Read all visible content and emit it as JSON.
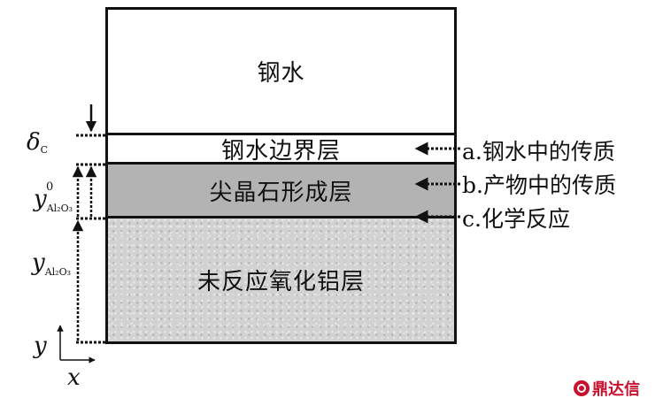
{
  "layers": {
    "steel": "钢水",
    "boundary": "钢水边界层",
    "spinel": "尖晶石形成层",
    "alumina": "未反应氧化铝层"
  },
  "left_labels": {
    "delta": "δ",
    "delta_sub": "C",
    "y0": "y",
    "y0_sup": "0",
    "y0_sub": "Al₂O₃",
    "y": "y",
    "y_sub": "Al₂O₃",
    "axis_y": "y",
    "axis_x": "x"
  },
  "legend": [
    "a.钢水中的传质",
    "b.产物中的传质",
    "c.化学反应"
  ],
  "watermark": "鼎达信",
  "colors": {
    "spinel_layer": "#b3b3b3",
    "alumina_layer": "#d2d2d2",
    "watermark": "#c8102e"
  }
}
